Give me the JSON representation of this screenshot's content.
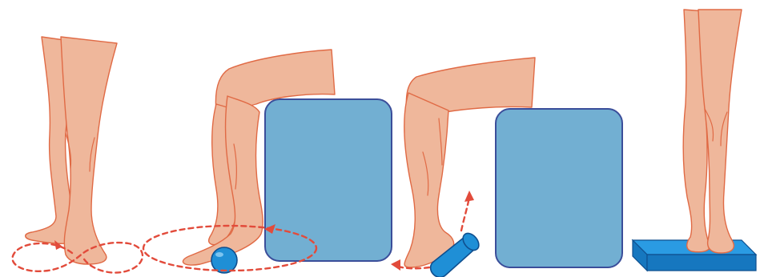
{
  "figure": {
    "panels": [
      {
        "exercise": "ankle-circles"
      },
      {
        "exercise": "ball-roll-seated"
      },
      {
        "exercise": "roller-seated"
      },
      {
        "exercise": "heel-raise-on-board"
      }
    ],
    "colors": {
      "skin": "#efb79b",
      "skin_outline": "#e06a45",
      "box": "#72afd2",
      "box_outline": "#3b4e9a",
      "dashed_path": "#e24b3b",
      "equipment": "#1f8fd6"
    }
  }
}
